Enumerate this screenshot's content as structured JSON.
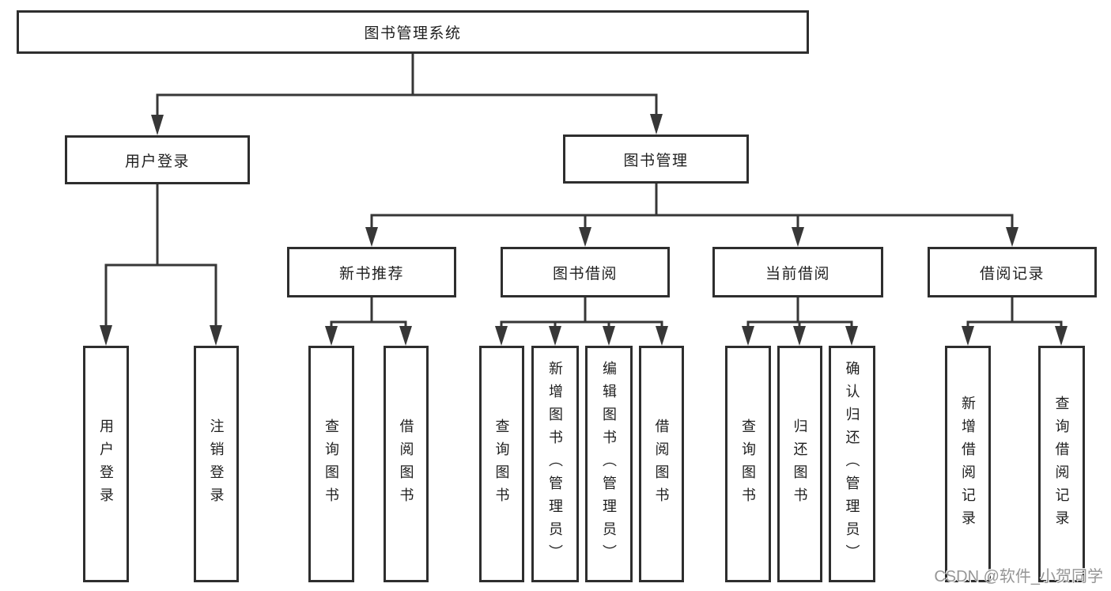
{
  "title": "图书管理系统",
  "colors": {
    "line": "#373737",
    "box_border": "#2e2e2e",
    "text": "#1f1f1f",
    "watermark": "#969696",
    "background": "#ffffff"
  },
  "tree": {
    "root": {
      "label": "图书管理系统"
    },
    "branches": [
      {
        "label": "用户登录",
        "children": [
          {
            "label": "用户登录"
          },
          {
            "label": "注销登录"
          }
        ]
      },
      {
        "label": "图书管理",
        "children": [
          {
            "label": "新书推荐",
            "children": [
              {
                "label": "查询图书"
              },
              {
                "label": "借阅图书"
              }
            ]
          },
          {
            "label": "图书借阅",
            "children": [
              {
                "label": "查询图书"
              },
              {
                "label": "新增图书（管理员）"
              },
              {
                "label": "编辑图书（管理员）"
              },
              {
                "label": "借阅图书"
              }
            ]
          },
          {
            "label": "当前借阅",
            "children": [
              {
                "label": "查询图书"
              },
              {
                "label": "归还图书"
              },
              {
                "label": "确认归还（管理员）"
              }
            ]
          },
          {
            "label": "借阅记录",
            "children": [
              {
                "label": "新增借阅记录"
              },
              {
                "label": "查询借阅记录"
              }
            ]
          }
        ]
      }
    ]
  },
  "watermark": "CSDN @软件_小贺同学"
}
